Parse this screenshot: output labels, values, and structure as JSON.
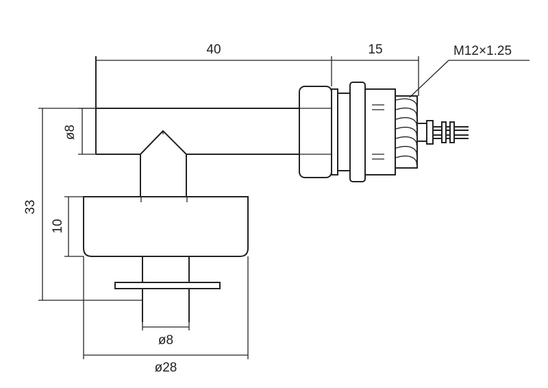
{
  "dimensions": {
    "arm_length": "40",
    "thread_length": "15",
    "thread_spec": "M12×1.25",
    "arm_diameter": "ø8",
    "total_height": "33",
    "float_height": "10",
    "stem_diameter": "ø8",
    "float_diameter": "ø28"
  },
  "colors": {
    "line": "#222222",
    "background": "#ffffff"
  }
}
